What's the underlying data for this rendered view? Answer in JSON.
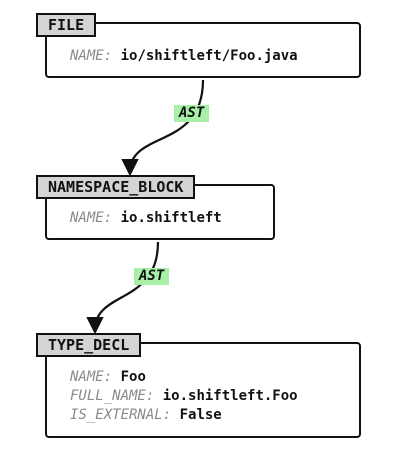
{
  "colors": {
    "header_fill": "#d4d4d4",
    "edge_label_fill": "#a8f0a8",
    "property_key": "#8a8a8a",
    "stroke": "#111111"
  },
  "nodes": [
    {
      "label": "FILE",
      "properties": [
        {
          "key": "NAME:",
          "value": "io/shiftleft/Foo.java"
        }
      ]
    },
    {
      "label": "NAMESPACE_BLOCK",
      "properties": [
        {
          "key": "NAME:",
          "value": "io.shiftleft"
        }
      ]
    },
    {
      "label": "TYPE_DECL",
      "properties": [
        {
          "key": "NAME:",
          "value": "Foo"
        },
        {
          "key": "FULL_NAME:",
          "value": "io.shiftleft.Foo"
        },
        {
          "key": "IS_EXTERNAL:",
          "value": "False"
        }
      ]
    }
  ],
  "edges": [
    {
      "from": "FILE",
      "to": "NAMESPACE_BLOCK",
      "label": "AST"
    },
    {
      "from": "NAMESPACE_BLOCK",
      "to": "TYPE_DECL",
      "label": "AST"
    }
  ]
}
